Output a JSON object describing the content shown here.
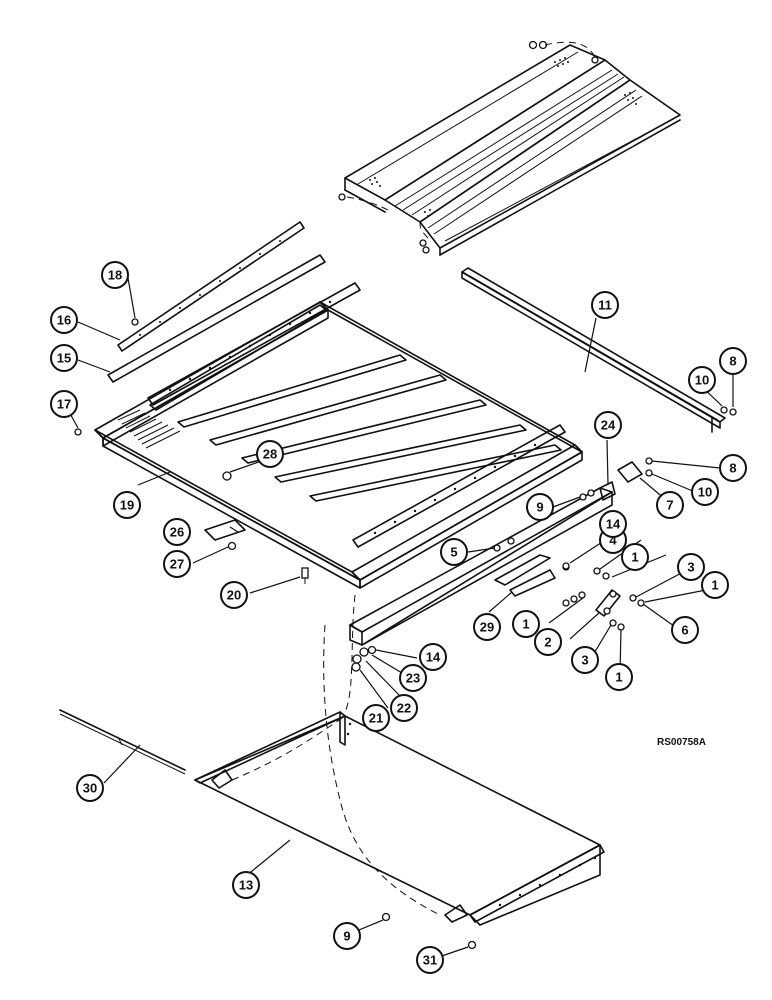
{
  "drawing_ref": "RS00758A",
  "callouts": [
    {
      "id": "c1a",
      "label": "1"
    },
    {
      "id": "c1b",
      "label": "1"
    },
    {
      "id": "c1c",
      "label": "1"
    },
    {
      "id": "c1d",
      "label": "1"
    },
    {
      "id": "c2",
      "label": "2"
    },
    {
      "id": "c3a",
      "label": "3"
    },
    {
      "id": "c3b",
      "label": "3"
    },
    {
      "id": "c4",
      "label": "4"
    },
    {
      "id": "c5",
      "label": "5"
    },
    {
      "id": "c6",
      "label": "6"
    },
    {
      "id": "c7",
      "label": "7"
    },
    {
      "id": "c8a",
      "label": "8"
    },
    {
      "id": "c8b",
      "label": "8"
    },
    {
      "id": "c9a",
      "label": "9"
    },
    {
      "id": "c9b",
      "label": "9"
    },
    {
      "id": "c10a",
      "label": "10"
    },
    {
      "id": "c10b",
      "label": "10"
    },
    {
      "id": "c11",
      "label": "11"
    },
    {
      "id": "c13",
      "label": "13"
    },
    {
      "id": "c14a",
      "label": "14"
    },
    {
      "id": "c14b",
      "label": "14"
    },
    {
      "id": "c15",
      "label": "15"
    },
    {
      "id": "c16",
      "label": "16"
    },
    {
      "id": "c17",
      "label": "17"
    },
    {
      "id": "c18",
      "label": "18"
    },
    {
      "id": "c19",
      "label": "19"
    },
    {
      "id": "c20",
      "label": "20"
    },
    {
      "id": "c21",
      "label": "21"
    },
    {
      "id": "c22",
      "label": "22"
    },
    {
      "id": "c23",
      "label": "23"
    },
    {
      "id": "c24",
      "label": "24"
    },
    {
      "id": "c26",
      "label": "26"
    },
    {
      "id": "c27",
      "label": "27"
    },
    {
      "id": "c28",
      "label": "28"
    },
    {
      "id": "c29",
      "label": "29"
    },
    {
      "id": "c30",
      "label": "30"
    },
    {
      "id": "c31",
      "label": "31"
    }
  ]
}
